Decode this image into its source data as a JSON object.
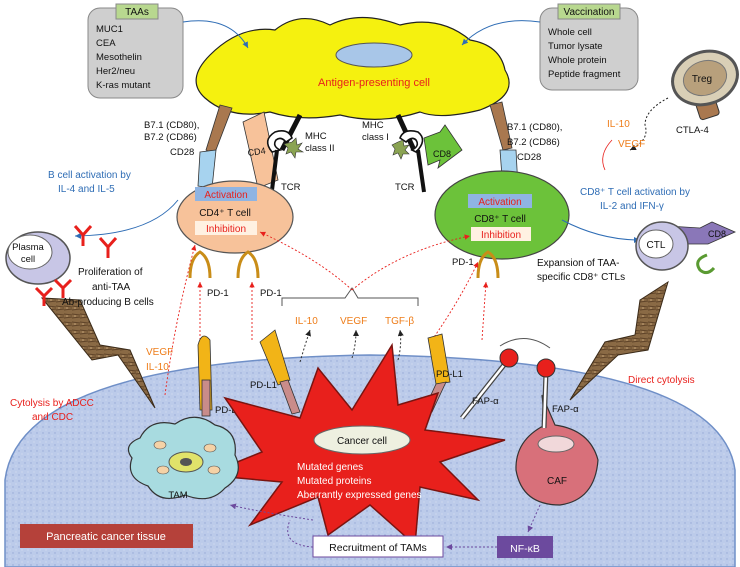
{
  "taas": {
    "title": "TAAs",
    "items": [
      "MUC1",
      "CEA",
      "Mesothelin",
      "Her2/neu",
      "K-ras mutant"
    ]
  },
  "vaccination": {
    "title": "Vaccination",
    "items": [
      "Whole cell",
      "Tumor lysate",
      "Whole protein",
      "Peptide fragment"
    ]
  },
  "apc": {
    "label": "Antigen-presenting cell"
  },
  "treg": {
    "label": "Treg",
    "ctla4": "CTLA-4",
    "il10": "IL-10",
    "vegf": "VEGF"
  },
  "left_tcell": {
    "b7_line1": "B7.1 (CD80),",
    "b7_line2": "B7.2 (CD86)",
    "cd28": "CD28",
    "cd4": "CD4",
    "mhc_line1": "MHC",
    "mhc_line2": "class II",
    "tcr": "TCR",
    "activation": "Activation",
    "cell_name": "CD4⁺ T cell",
    "inhibition": "Inhibition",
    "pd1_a": "PD-1",
    "pd1_b": "PD-1"
  },
  "right_tcell": {
    "mhc_line1": "MHC",
    "mhc_line2": "class I",
    "tcr": "TCR",
    "cd8": "CD8",
    "b7_line1": "B7.1 (CD80),",
    "b7_line2": "B7.2 (CD86)",
    "cd28": "CD28",
    "activation": "Activation",
    "cell_name": "CD8⁺ T cell",
    "inhibition": "Inhibition",
    "pd1": "PD-1"
  },
  "b_cell": {
    "activation_line1": "B cell activation by",
    "activation_line2": "IL-4 and IL-5",
    "plasma_line1": "Plasma",
    "plasma_line2": "cell",
    "prolif_line1": "Proliferation of",
    "prolif_line2": "anti-TAA",
    "prolif_line3": "Ab-producing B cells"
  },
  "cd8_activation": {
    "line1": "CD8⁺ T cell activation by",
    "line2": "IL-2 and IFN-γ"
  },
  "ctl": {
    "label": "CTL",
    "cd8": "CD8"
  },
  "expansion": {
    "line1": "Expansion of TAA-",
    "line2": "specific CD8⁺ CTLs"
  },
  "cytokines": {
    "il10": "IL-10",
    "vegf": "VEGF",
    "tgfb": "TGF-β"
  },
  "tam_cytokines": {
    "vegf": "VEGF",
    "il10": "IL-10"
  },
  "cytolysis_adcc": {
    "line1": "Cytolysis by ADCC",
    "line2": "and CDC"
  },
  "direct_cytolysis": "Direct cytolysis",
  "pdl1": {
    "left": "PD-L1",
    "middle": "PD-L1",
    "right": "PD-L1"
  },
  "fap": {
    "a": "FAP-α",
    "b": "FAP-α"
  },
  "cancer_cell": {
    "title": "Cancer cell",
    "line1": "Mutated genes",
    "line2": "Mutated proteins",
    "line3": "Aberrantly expressed genes"
  },
  "tam": {
    "label": "TAM"
  },
  "caf": {
    "label": "CAF"
  },
  "tissue_label": "Pancreatic cancer tissue",
  "recruitment": "Recruitment of TAMs",
  "nfkb": "NF-κB",
  "colors": {
    "apc_fill": "#f5f10f",
    "cd4_cell": "#f7c29a",
    "cd8_cell": "#6cc23a",
    "tissue": "#b9c9e8",
    "cancer_star": "#e8201c",
    "red_text": "#e8201c",
    "orange_text": "#ee7d1a",
    "blue_text": "#2f6db5",
    "pdl1_yellow": "#f2b417",
    "nfkb": "#6c4a9e",
    "tissue_label_bg": "#b5413a"
  }
}
